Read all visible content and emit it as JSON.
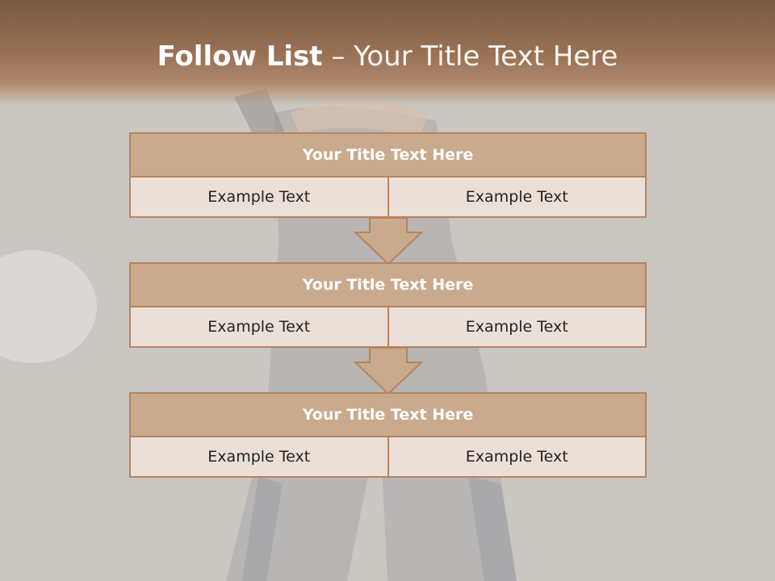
{
  "slide": {
    "title_bold": "Follow List",
    "title_rest": " – Your Title Text Here"
  },
  "blocks": [
    {
      "title": "Your Title Text Here",
      "left": "Example Text",
      "right": "Example Text"
    },
    {
      "title": "Your Title Text Here",
      "left": "Example Text",
      "right": "Example Text"
    },
    {
      "title": "Your Title Text Here",
      "left": "Example Text",
      "right": "Example Text"
    }
  ],
  "colors": {
    "header": "#7a5a41",
    "block_title_fill": "#c9aa8d",
    "block_border": "#b8835e",
    "cell_fill": "#ebe0d8"
  }
}
